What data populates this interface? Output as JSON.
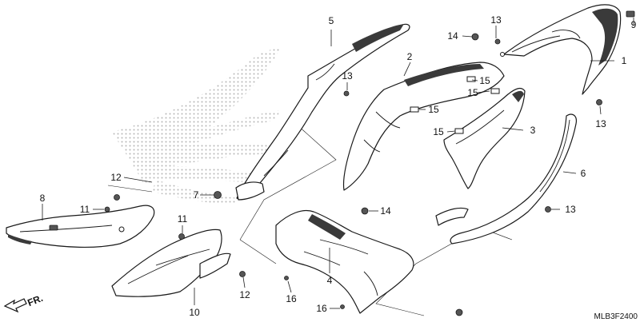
{
  "diagram": {
    "reference_code": "MLB3F2400",
    "direction_label": "FR.",
    "callouts": [
      {
        "id": "c1",
        "label": "1"
      },
      {
        "id": "c2",
        "label": "2"
      },
      {
        "id": "c3",
        "label": "3"
      },
      {
        "id": "c4",
        "label": "4"
      },
      {
        "id": "c5",
        "label": "5"
      },
      {
        "id": "c6",
        "label": "6"
      },
      {
        "id": "c7",
        "label": "7"
      },
      {
        "id": "c8",
        "label": "8"
      },
      {
        "id": "c9",
        "label": "9"
      },
      {
        "id": "c10",
        "label": "10"
      },
      {
        "id": "c11a",
        "label": "11"
      },
      {
        "id": "c11b",
        "label": "11"
      },
      {
        "id": "c12a",
        "label": "12"
      },
      {
        "id": "c12b",
        "label": "12"
      },
      {
        "id": "c13a",
        "label": "13"
      },
      {
        "id": "c13b",
        "label": "13"
      },
      {
        "id": "c13c",
        "label": "13"
      },
      {
        "id": "c13d",
        "label": "13"
      },
      {
        "id": "c14a",
        "label": "14"
      },
      {
        "id": "c14b",
        "label": "14"
      },
      {
        "id": "c15a",
        "label": "15"
      },
      {
        "id": "c15b",
        "label": "15"
      },
      {
        "id": "c15c",
        "label": "15"
      },
      {
        "id": "c15d",
        "label": "15"
      },
      {
        "id": "c16a",
        "label": "16"
      },
      {
        "id": "c16b",
        "label": "16"
      }
    ]
  }
}
